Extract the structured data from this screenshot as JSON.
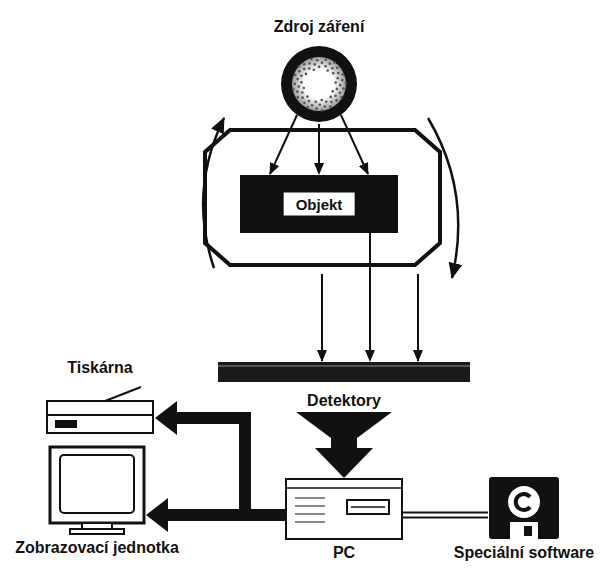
{
  "diagram": {
    "nodes": [
      {
        "text": [
          "Zdroj záření"
        ]
      },
      {
        "text": [
          "Objekt"
        ]
      },
      {
        "text": [
          "Detektory"
        ]
      },
      {
        "text": [
          "Tiskárna"
        ]
      },
      {
        "text": [
          "Zobrazovací jednotka"
        ]
      },
      {
        "text": [
          "PC"
        ]
      },
      {
        "text": [
          "Speciální software"
        ]
      }
    ],
    "edges": [
      {
        "from": 0,
        "to": 1,
        "arrow": "to"
      },
      {
        "from": 1,
        "to": 2,
        "arrow": "to"
      },
      {
        "from": 2,
        "to": 5,
        "arrow": "to"
      },
      {
        "from": 5,
        "to": 3,
        "arrow": "to"
      },
      {
        "from": 5,
        "to": 4,
        "arrow": "to"
      },
      {
        "from": 5,
        "to": 6,
        "arrow": "none"
      }
    ]
  }
}
